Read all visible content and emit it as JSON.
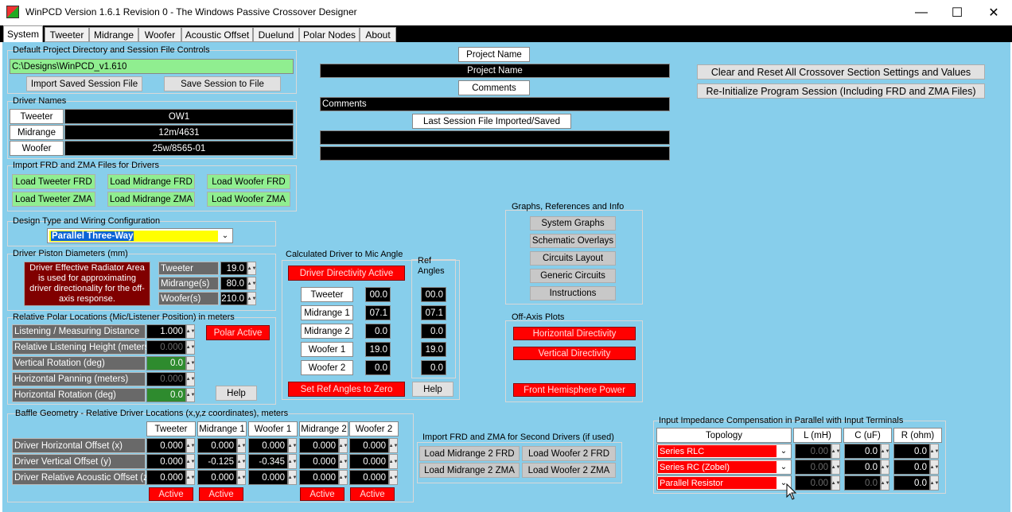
{
  "window": {
    "title": "WinPCD Version 1.6.1 Revision 0 - The Windows Passive Crossover Designer"
  },
  "tabs": [
    "System",
    "Tweeter",
    "Midrange",
    "Woofer",
    "Acoustic Offset",
    "Duelund",
    "Polar Nodes",
    "About"
  ],
  "project": {
    "title": "Default Project Directory and Session File Controls",
    "path": "C:\\Designs\\WinPCD_v1.610",
    "import_btn": "Import Saved Session File",
    "save_btn": "Save Session to File"
  },
  "driver_names": {
    "title": "Driver Names",
    "rows": [
      {
        "label": "Tweeter",
        "value": "OW1"
      },
      {
        "label": "Midrange",
        "value": "12m/4631"
      },
      {
        "label": "Woofer",
        "value": "25w/8565-01"
      }
    ]
  },
  "import_frd": {
    "title": "Import FRD and ZMA Files for Drivers",
    "buttons": [
      "Load Tweeter FRD",
      "Load Midrange FRD",
      "Load Woofer FRD",
      "Load Tweeter ZMA",
      "Load Midrange ZMA",
      "Load Woofer ZMA"
    ]
  },
  "design": {
    "title": "Design Type and Wiring Configuration",
    "selected": "Parallel Three-Way"
  },
  "piston": {
    "title": "Driver Piston Diameters (mm)",
    "note": "Driver Effective Radiator Area is used for approximating driver directionality for the off-axis response.",
    "rows": [
      {
        "label": "Tweeter",
        "value": "19.0"
      },
      {
        "label": "Midrange(s)",
        "value": "80.0"
      },
      {
        "label": "Woofer(s)",
        "value": "210.0"
      }
    ]
  },
  "polar": {
    "title": "Relative Polar Locations  (Mic/Listener Position) in meters",
    "rows": [
      {
        "label": "Listening / Measuring Distance",
        "value": "1.000"
      },
      {
        "label": "Relative Listening Height (meters)",
        "value": "0.000"
      },
      {
        "label": "Vertical Rotation (deg)",
        "value": "0.0"
      },
      {
        "label": "Horizontal Panning (meters)",
        "value": "0.000"
      },
      {
        "label": "Horizontal Rotation (deg)",
        "value": "0.0"
      }
    ],
    "polar_btn": "Polar Active",
    "help": "Help"
  },
  "baffle": {
    "title": "Baffle Geometry - Relative Driver Locations (x,y,z coordinates), meters",
    "columns": [
      "Tweeter",
      "Midrange 1",
      "Woofer 1",
      "Midrange 2",
      "Woofer 2"
    ],
    "rows": [
      {
        "label": "Driver Horizontal Offset (x)",
        "values": [
          "0.000",
          "0.000",
          "0.000",
          "0.000",
          "0.000"
        ]
      },
      {
        "label": "Driver Vertical Offset (y)",
        "values": [
          "0.000",
          "-0.125",
          "-0.345",
          "0.000",
          "0.000"
        ]
      },
      {
        "label": "Driver Relative Acoustic Offset (z)",
        "values": [
          "0.000",
          "0.000",
          "0.000",
          "0.000",
          "0.000"
        ]
      }
    ],
    "active": [
      "Active",
      "Active",
      "Active",
      "Active"
    ]
  },
  "project_info": {
    "name_label": "Project Name",
    "name_value": "Project Name",
    "comments_label": "Comments",
    "comments_value": "Comments",
    "last_label": "Last Session File Imported/Saved",
    "last_value1": "",
    "last_value2": ""
  },
  "mic": {
    "title": "Calculated Driver to Mic Angle",
    "directivity": "Driver Directivity Active",
    "ref_title_1": "Ref",
    "ref_title_2": "Angles",
    "rows": [
      {
        "label": "Tweeter",
        "value": "00.0",
        "ref": "00.0"
      },
      {
        "label": "Midrange 1",
        "value": "07.1",
        "ref": "07.1"
      },
      {
        "label": "Midrange 2",
        "value": "0.0",
        "ref": "0.0"
      },
      {
        "label": "Woofer 1",
        "value": "19.0",
        "ref": "19.0"
      },
      {
        "label": "Woofer 2",
        "value": "0.0",
        "ref": "0.0"
      }
    ],
    "set_ref": "Set Ref Angles to Zero",
    "help": "Help"
  },
  "second": {
    "title": "Import FRD and ZMA for Second Drivers (if used)",
    "buttons": [
      "Load Midrange 2 FRD",
      "Load Woofer 2 FRD",
      "Load Midrange 2 ZMA",
      "Load Woofer 2  ZMA"
    ]
  },
  "graphs": {
    "title": "Graphs, References and Info",
    "buttons": [
      "System Graphs",
      "Schematic Overlays",
      "Circuits Layout",
      "Generic Circuits",
      "Instructions"
    ]
  },
  "offaxis": {
    "title": "Off-Axis Plots",
    "buttons": [
      "Horizontal Directivity",
      "Vertical Directivity",
      "Front Hemisphere Power"
    ]
  },
  "reset": {
    "clear": "Clear and Reset All Crossover Section Settings and Values",
    "reinit": "Re-Initialize Program Session (Including FRD and ZMA Files)"
  },
  "impedance": {
    "title": "Input Impedance Compensation in Parallel with Input Terminals",
    "headers": [
      "Topology",
      "L (mH)",
      "C (uF)",
      "R (ohm)"
    ],
    "rows": [
      {
        "topology": "Series RLC",
        "l": "0.00",
        "c": "0.0",
        "r": "0.0"
      },
      {
        "topology": "Series RC (Zobel)",
        "l": "0.00",
        "c": "0.0",
        "r": "0.0"
      },
      {
        "topology": "Parallel Resistor",
        "l": "0.00",
        "c": "0.0",
        "r": "0.0"
      }
    ]
  }
}
